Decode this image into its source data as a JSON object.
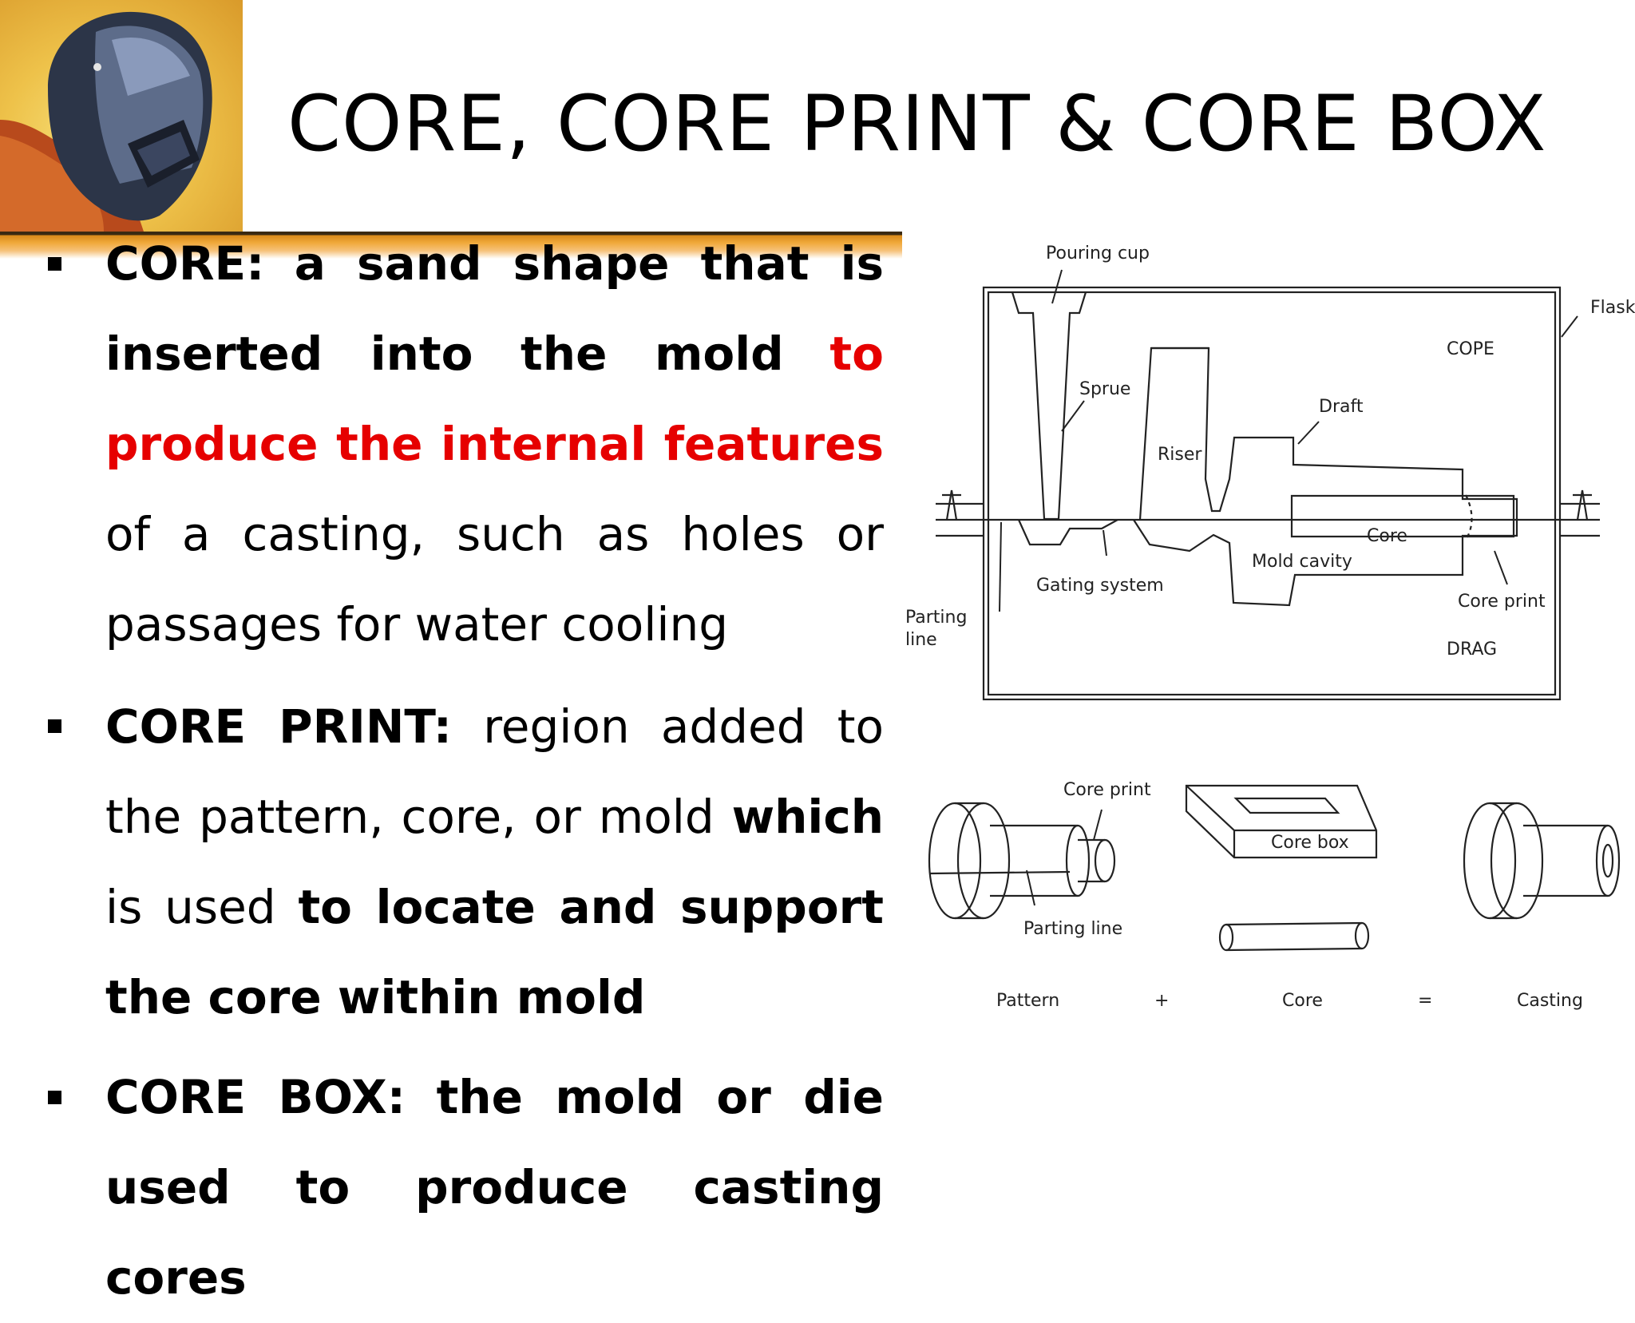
{
  "slide": {
    "title": "CORE, CORE PRINT & CORE BOX",
    "bullets": [
      {
        "term": "CORE:",
        "plain1": "a sand shape that is inserted into the mold",
        "highlight": "to produce the internal features",
        "plain2": "of a casting, such as holes or passages for water cooling"
      },
      {
        "term": "CORE PRINT:",
        "plain1": "region added to the pattern, core, or mold",
        "bold1": "which",
        "plain2": "is used",
        "bold2": "to locate and support the core within mold"
      },
      {
        "term": "CORE BOX:",
        "bold1": "the mold or die used to produce casting cores"
      }
    ]
  },
  "mold_diagram": {
    "labels": {
      "pouring_cup": "Pouring cup",
      "flask": "Flask",
      "cope": "COPE",
      "sprue": "Sprue",
      "draft": "Draft",
      "riser": "Riser",
      "core": "Core",
      "mold_cavity": "Mold cavity",
      "gating_system": "Gating system",
      "core_print": "Core print",
      "parting_line_1": "Parting",
      "parting_line_2": "line",
      "drag": "DRAG"
    }
  },
  "parts_diagram": {
    "labels": {
      "core_print": "Core print",
      "core_box": "Core box",
      "parting_line": "Parting line",
      "pattern": "Pattern",
      "plus": "+",
      "core": "Core",
      "equals": "=",
      "casting": "Casting"
    }
  }
}
